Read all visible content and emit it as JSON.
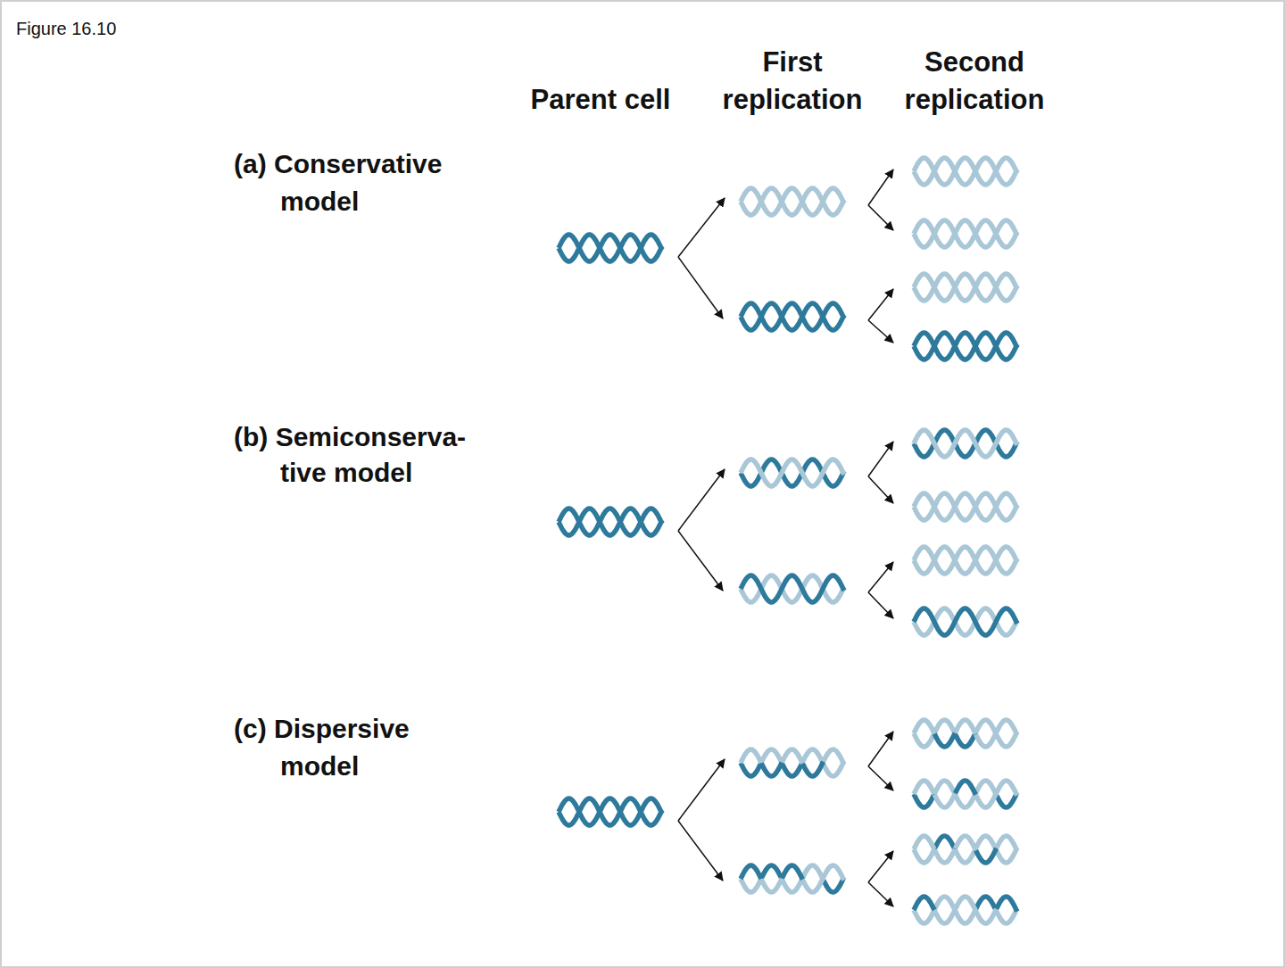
{
  "diagram": {
    "labels": [
      "Figure 16.10",
      "Parent cell",
      "First replication",
      "Second replication",
      "(a) Conservative model",
      "(b) Semiconserva- tive model",
      "(c) Dispersive model"
    ]
  }
}
